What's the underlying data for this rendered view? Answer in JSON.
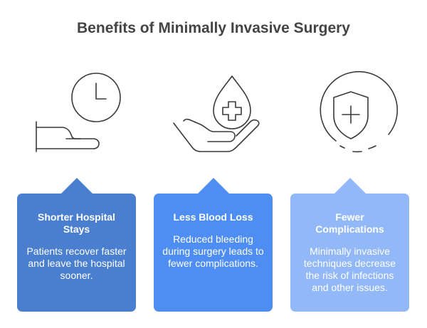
{
  "title": "Benefits of Minimally Invasive Surgery",
  "benefits": [
    {
      "title": "Shorter Hospital Stays",
      "text": "Patients recover faster and leave the hospital sooner.",
      "icon": "clock-hand-icon",
      "color": "#4a7fd0"
    },
    {
      "title": "Less Blood Loss",
      "text": "Reduced bleeding during surgery leads to fewer complications.",
      "icon": "blood-drop-hand-icon",
      "color": "#4e8ef2"
    },
    {
      "title": "Fewer Complications",
      "text": "Minimally invasive techniques decrease the risk of infections and other issues.",
      "icon": "shield-plus-icon",
      "color": "#92b8f8"
    }
  ]
}
